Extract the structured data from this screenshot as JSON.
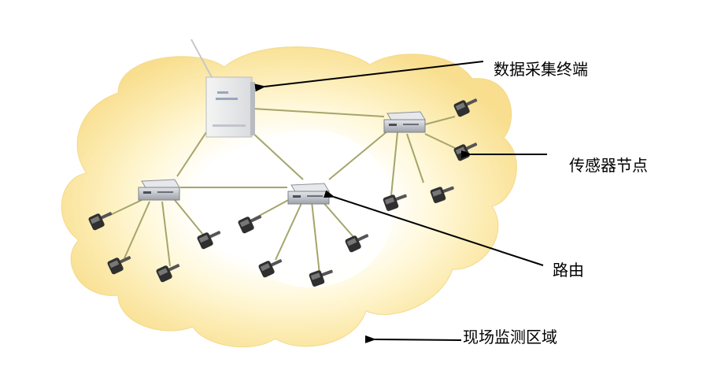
{
  "labels": {
    "terminal": "数据采集终端",
    "sensor": "传感器节点",
    "router": "路由",
    "area": "现场监测区域"
  },
  "colors": {
    "cloud_outer": "#fbe9a8",
    "cloud_inner": "#fff7d2",
    "cloud_core": "#ffffff",
    "link": "#a5a56a",
    "arrow": "#000000",
    "device_body": "#c8cbd0",
    "sensor_body": "#2f2f2f"
  },
  "icons": [
    "data-terminal-icon",
    "router-icon",
    "sensor-icon",
    "antenna-icon"
  ]
}
